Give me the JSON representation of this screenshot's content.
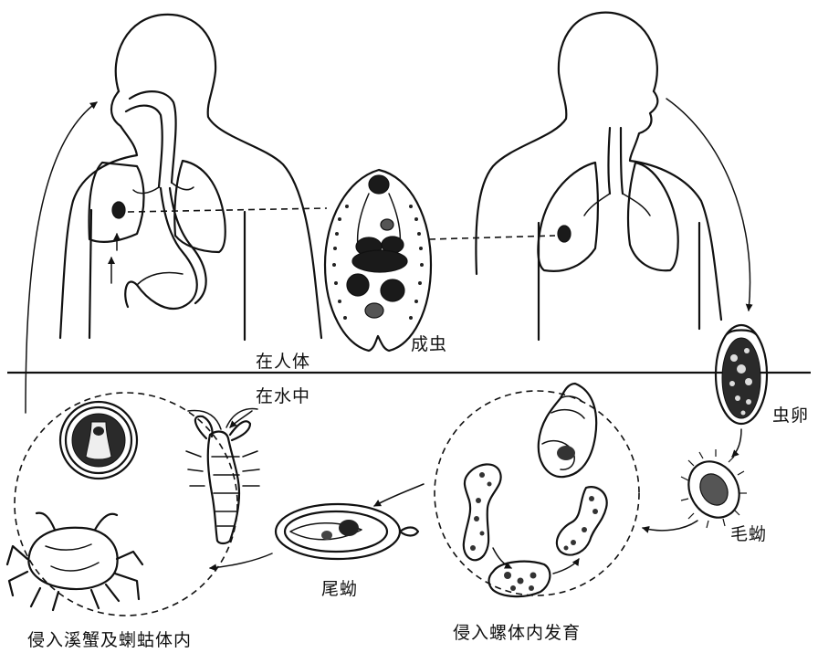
{
  "labels": {
    "adult": "成虫",
    "in_human": "在人体",
    "in_water": "在水中",
    "egg": "虫卵",
    "miracidium": "毛蚴",
    "cercaria": "尾蚴",
    "snail_stage": "侵入螺体内发育",
    "crab_stage": "侵入溪蟹及蝲蛄体内"
  }
}
